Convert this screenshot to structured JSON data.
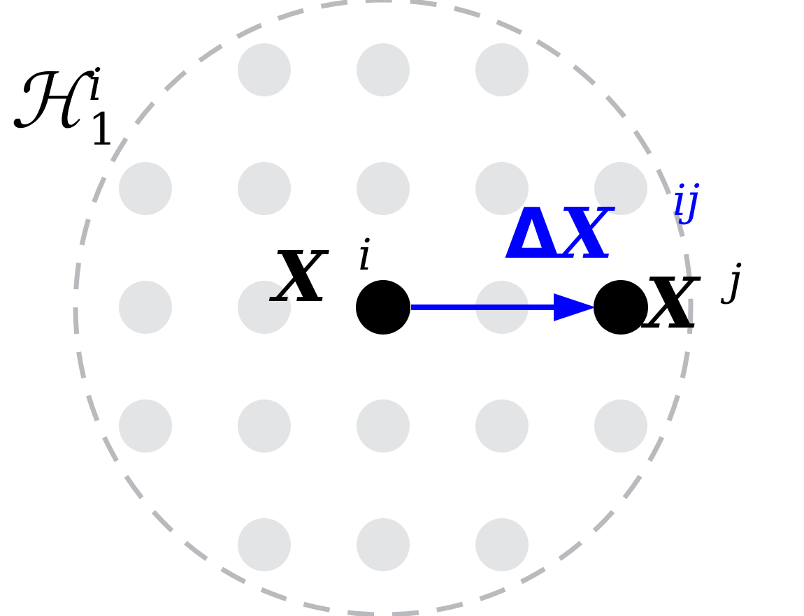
{
  "diagram": {
    "neighborhood_label": {
      "symbol": "ℋ",
      "superscript": "i",
      "subscript": "1"
    },
    "node_i_label": {
      "symbol": "X",
      "superscript": "i"
    },
    "node_j_label": {
      "symbol": "X",
      "superscript": "j"
    },
    "edge_label": {
      "delta": "Δ",
      "symbol": "X",
      "superscript": "ij"
    },
    "colors": {
      "grid_dot": "#e3e4e6",
      "circle_dash": "#b9babd",
      "node": "#000000",
      "edge": "#0000ff",
      "text": "#000000"
    }
  }
}
